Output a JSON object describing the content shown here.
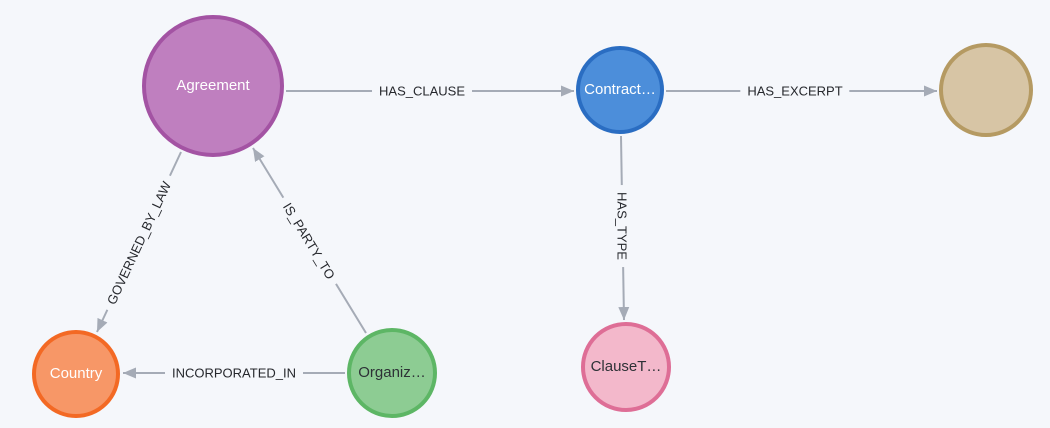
{
  "canvas": {
    "background": "#f5f7fb",
    "edge_color": "#a5abb6",
    "edge_label_color": "#26282d"
  },
  "graph": {
    "nodes": [
      {
        "id": "agreement",
        "label": "Agreement",
        "fill": "#bf7fbf",
        "border": "#a353a3",
        "text_color": "#ffffff"
      },
      {
        "id": "contract",
        "label": "Contract…",
        "fill": "#4c8eda",
        "border": "#2a6dc2",
        "text_color": "#ffffff"
      },
      {
        "id": "excerpt",
        "label": "",
        "fill": "#d7c5a5",
        "border": "#b59a62",
        "text_color": "#2d3136"
      },
      {
        "id": "clause-type",
        "label": "ClauseT…",
        "fill": "#f3b8cb",
        "border": "#de6e96",
        "text_color": "#2d3136"
      },
      {
        "id": "country",
        "label": "Country",
        "fill": "#f79767",
        "border": "#f36924",
        "text_color": "#ffffff"
      },
      {
        "id": "organization",
        "label": "Organiz…",
        "fill": "#8dcc93",
        "border": "#5db665",
        "text_color": "#2d3136"
      }
    ],
    "edges": [
      {
        "label": "HAS_CLAUSE",
        "from": "agreement",
        "to": "contract"
      },
      {
        "label": "HAS_EXCERPT",
        "from": "contract",
        "to": "excerpt"
      },
      {
        "label": "HAS_TYPE",
        "from": "contract",
        "to": "clause-type"
      },
      {
        "label": "GOVERNED_BY_LAW",
        "from": "agreement",
        "to": "country"
      },
      {
        "label": "IS_PARTY_TO",
        "from": "organization",
        "to": "agreement"
      },
      {
        "label": "INCORPORATED_IN",
        "from": "organization",
        "to": "country"
      }
    ]
  }
}
